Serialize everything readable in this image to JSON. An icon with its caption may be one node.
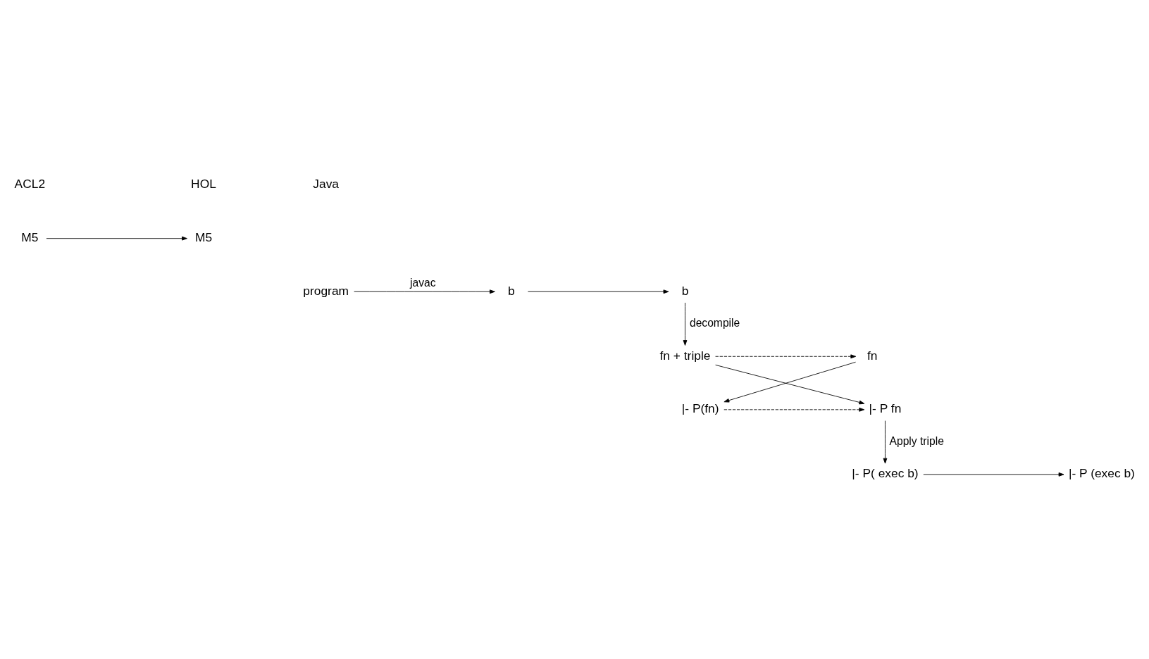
{
  "diagram": {
    "nodes": [
      {
        "text": [
          "M5"
        ]
      },
      {
        "text": [
          "M5"
        ]
      },
      {
        "text": [
          "program"
        ]
      },
      {
        "text": [
          "b"
        ]
      },
      {
        "text": [
          "b"
        ]
      },
      {
        "text": [
          "fn"
        ]
      },
      {
        "text": [
          "fn + triple"
        ]
      },
      {
        "text": [
          "|- P(fn)"
        ]
      },
      {
        "text": [
          "|- P fn"
        ]
      },
      {
        "text": [
          "|- P (exec b)"
        ]
      },
      {
        "text": [
          "|- P( exec b)"
        ]
      }
    ],
    "edges": [
      {
        "from": 0,
        "to": 1,
        "arrow": "to"
      },
      {
        "from": 2,
        "to": 3,
        "arrow": "to",
        "label": "javac"
      },
      {
        "from": 3,
        "to": 4,
        "arrow": "to"
      },
      {
        "from": 4,
        "to": 6,
        "arrow": "to",
        "label": "decompile"
      },
      {
        "from": 6,
        "to": 5,
        "arrow": "to",
        "style": "dashed"
      },
      {
        "from": 5,
        "to": 7,
        "arrow": "to"
      },
      {
        "from": 6,
        "to": 8,
        "arrow": "to"
      },
      {
        "from": 7,
        "to": 8,
        "arrow": "to",
        "style": "dashed"
      },
      {
        "from": 8,
        "to": 10,
        "arrow": "to",
        "label": "Apply triple"
      },
      {
        "from": 10,
        "to": 9,
        "arrow": "to"
      }
    ],
    "labels": [
      "Java",
      "ACL2",
      "HOL"
    ]
  }
}
